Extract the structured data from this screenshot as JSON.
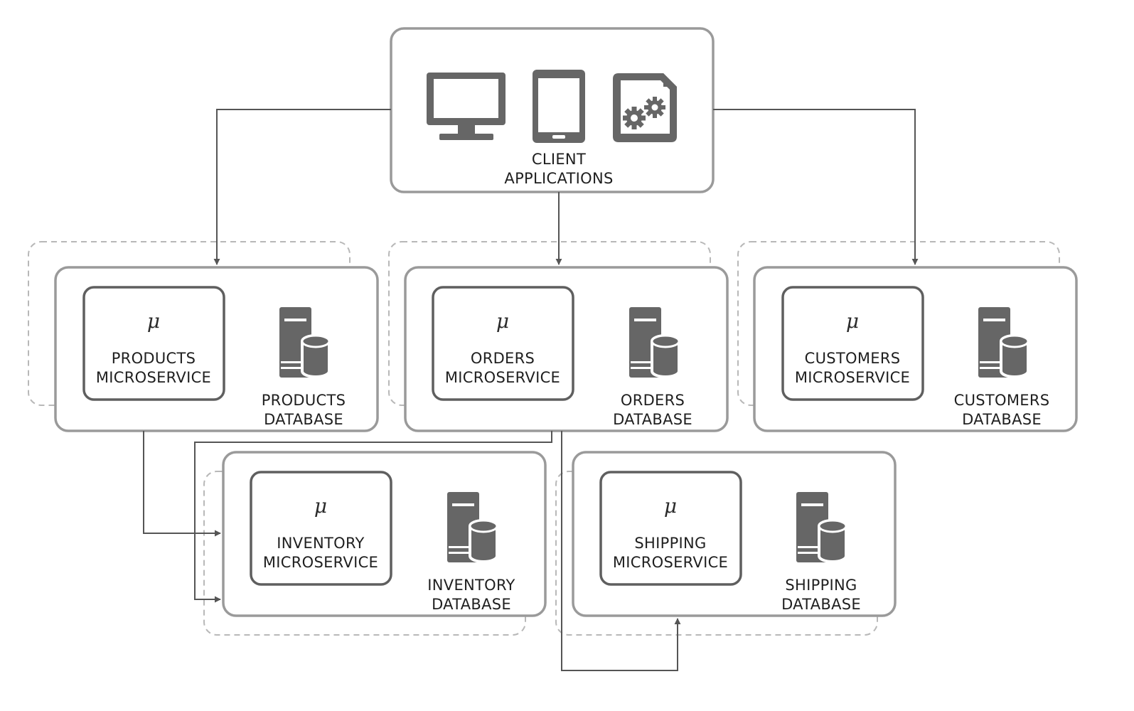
{
  "client": {
    "label_line1": "CLIENT",
    "label_line2": "APPLICATIONS",
    "icons": [
      "desktop-monitor-icon",
      "tablet-icon",
      "gear-document-icon"
    ]
  },
  "services": {
    "products": {
      "symbol": "μ",
      "name_line1": "PRODUCTS",
      "name_line2": "MICROSERVICE",
      "db_line1": "PRODUCTS",
      "db_line2": "DATABASE"
    },
    "orders": {
      "symbol": "μ",
      "name_line1": "ORDERS",
      "name_line2": "MICROSERVICE",
      "db_line1": "ORDERS",
      "db_line2": "DATABASE"
    },
    "customers": {
      "symbol": "μ",
      "name_line1": "CUSTOMERS",
      "name_line2": "MICROSERVICE",
      "db_line1": "CUSTOMERS",
      "db_line2": "DATABASE"
    },
    "inventory": {
      "symbol": "μ",
      "name_line1": "INVENTORY",
      "name_line2": "MICROSERVICE",
      "db_line1": "INVENTORY",
      "db_line2": "DATABASE"
    },
    "shipping": {
      "symbol": "μ",
      "name_line1": "SHIPPING",
      "name_line2": "MICROSERVICE",
      "db_line1": "SHIPPING",
      "db_line2": "DATABASE"
    }
  },
  "colors": {
    "stroke": "#9a9a9a",
    "inner_stroke": "#5f5f5f",
    "icon_fill": "#666666",
    "arrow": "#555555",
    "dashed": "#b8b8b8"
  }
}
